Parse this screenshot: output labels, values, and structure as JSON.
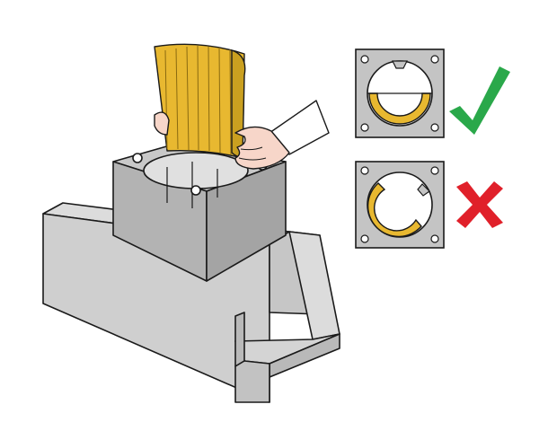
{
  "colors": {
    "stroke": "#1a1a1a",
    "concrete_front": "#cfcfcf",
    "concrete_side": "#b9b9b9",
    "concrete_top": "#dcdcdc",
    "block_front": "#b3b3b3",
    "block_side": "#a4a4a4",
    "block_top": "#c8c8c8",
    "insulation": "#e8b830",
    "insulation_dark": "#caa020",
    "skin": "#f7d6c9",
    "sleeve": "#ffffff",
    "check": "#2aa84a",
    "cross": "#e0202a",
    "panel": "#c4c4c4"
  },
  "icons": {
    "correct": "checkmark-icon",
    "incorrect": "cross-icon"
  },
  "panels": [
    {
      "id": "correct",
      "insulation_fraction": 0.5
    },
    {
      "id": "incorrect",
      "insulation_fraction": 0.75
    }
  ]
}
